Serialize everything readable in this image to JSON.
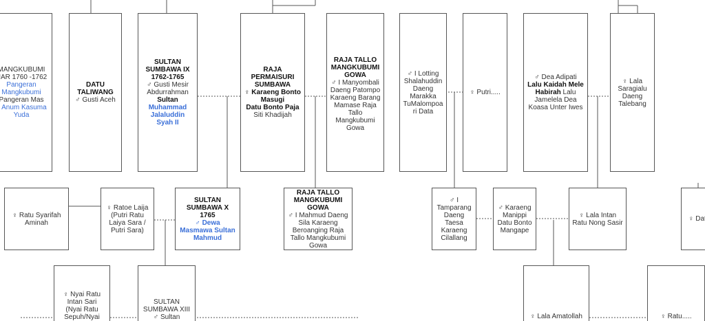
{
  "palette": {
    "line": "#555555",
    "box_border": "#555555",
    "text": "#333333",
    "link_blue": "#3a6fd8",
    "background": "#ffffff"
  },
  "nodes": {
    "mangkubumi": [
      {
        "t": "MANGKUBUMI",
        "s": ""
      },
      {
        "t": "UAR 1760 -1762",
        "s": ""
      },
      {
        "t": "Pangeran",
        "s": "blue"
      },
      {
        "t": "Mangkubumi",
        "s": "blue"
      },
      {
        "t": "Pangeran Mas",
        "s": ""
      },
      {
        "t": "u Anum Kasuma",
        "s": "blue"
      },
      {
        "t": "Yuda",
        "s": "blue"
      }
    ],
    "datu_taliwang": [
      {
        "t": "DATU",
        "s": "b"
      },
      {
        "t": "TALIWANG",
        "s": "b"
      },
      {
        "t": "♂ Gusti Aceh",
        "s": ""
      }
    ],
    "sultan_ix": [
      {
        "t": "SULTAN",
        "s": "b"
      },
      {
        "t": "SUMBAWA IX",
        "s": "b"
      },
      {
        "t": "1762-1765",
        "s": "b"
      },
      {
        "t": "♂ Gusti Mesir",
        "s": ""
      },
      {
        "t": "Abdurrahman",
        "s": ""
      },
      {
        "t": "Sultan",
        "s": "b"
      },
      {
        "t": "Muhammad",
        "s": "blue b"
      },
      {
        "t": "Jalaluddin",
        "s": "blue b"
      },
      {
        "t": "Syah II",
        "s": "blue b"
      }
    ],
    "raja_permaisuri": [
      {
        "t": "RAJA",
        "s": "b"
      },
      {
        "t": "PERMAISURI",
        "s": "b"
      },
      {
        "t": "SUMBAWA",
        "s": "b"
      },
      {
        "t": "♀ Karaeng Bonto",
        "s": "b"
      },
      {
        "t": "Masugi",
        "s": "b"
      },
      {
        "t": "Datu Bonto Paja",
        "s": "b"
      },
      {
        "t": "Siti Khadijah",
        "s": ""
      }
    ],
    "raja_tallo_1": [
      {
        "t": "RAJA TALLO",
        "s": "b"
      },
      {
        "t": "MANGKUBUMI",
        "s": "b"
      },
      {
        "t": "GOWA",
        "s": "b"
      },
      {
        "t": "♂ I Manyombali",
        "s": ""
      },
      {
        "t": "Daeng Patompo",
        "s": ""
      },
      {
        "t": "Karaeng Barang",
        "s": ""
      },
      {
        "t": "Mamase Raja",
        "s": ""
      },
      {
        "t": "Tallo",
        "s": ""
      },
      {
        "t": "Mangkubumi",
        "s": ""
      },
      {
        "t": "Gowa",
        "s": ""
      }
    ],
    "i_lotting": [
      {
        "t": "♂ I Lotting",
        "s": ""
      },
      {
        "t": "Shalahuddin",
        "s": ""
      },
      {
        "t": "Daeng",
        "s": ""
      },
      {
        "t": "Marakka",
        "s": ""
      },
      {
        "t": "TuMalompoa",
        "s": ""
      },
      {
        "t": "ri Data",
        "s": ""
      }
    ],
    "putri": [
      {
        "t": "♀ Putri.....",
        "s": ""
      }
    ],
    "dea_adipati": [
      {
        "t": "♂ Dea Adipati",
        "s": ""
      },
      {
        "t": "Lalu Kaidah Mele",
        "s": "b"
      },
      {
        "t": "Habirah Lalu",
        "s": "mix"
      },
      {
        "t": "Jamelela Dea",
        "s": ""
      },
      {
        "t": "Koasa Unter Iwes",
        "s": ""
      }
    ],
    "lala_saragialu": [
      {
        "t": "♀ Lala",
        "s": ""
      },
      {
        "t": "Saragialu",
        "s": ""
      },
      {
        "t": "Daeng",
        "s": ""
      },
      {
        "t": "Talebang",
        "s": ""
      }
    ],
    "ratu_syarifah": [
      {
        "t": "♀ Ratu Syarifah",
        "s": ""
      },
      {
        "t": "Aminah",
        "s": ""
      }
    ],
    "ratoe_laija": [
      {
        "t": "♀ Ratoe Laija",
        "s": ""
      },
      {
        "t": "(Putri Ratu",
        "s": ""
      },
      {
        "t": "Laiya Sara /",
        "s": ""
      },
      {
        "t": "Putri Sara)",
        "s": ""
      }
    ],
    "sultan_x": [
      {
        "t": "SULTAN",
        "s": "b"
      },
      {
        "t": "SUMBAWA X",
        "s": "b"
      },
      {
        "t": "1765",
        "s": "b"
      },
      {
        "t": "♂ Dewa",
        "s": "blue b"
      },
      {
        "t": "Masmawa Sultan",
        "s": "blue b"
      },
      {
        "t": "Mahmud",
        "s": "blue b"
      }
    ],
    "raja_tallo_2": [
      {
        "t": "RAJA TALLO",
        "s": "b"
      },
      {
        "t": "MANGKUBUMI",
        "s": "b"
      },
      {
        "t": "GOWA",
        "s": "b"
      },
      {
        "t": "♂ I Mahmud Daeng",
        "s": ""
      },
      {
        "t": "Sila Karaeng",
        "s": ""
      },
      {
        "t": "Beroanging Raja",
        "s": ""
      },
      {
        "t": "Tallo Mangkubumi",
        "s": ""
      },
      {
        "t": "Gowa",
        "s": ""
      }
    ],
    "tamparang": [
      {
        "t": "♂ I",
        "s": ""
      },
      {
        "t": "Tamparang",
        "s": ""
      },
      {
        "t": "Daeng Taesa",
        "s": ""
      },
      {
        "t": "Karaeng",
        "s": ""
      },
      {
        "t": "Cilallang",
        "s": ""
      }
    ],
    "karaeng_manippi": [
      {
        "t": "♂ Karaeng",
        "s": ""
      },
      {
        "t": "Manippi",
        "s": ""
      },
      {
        "t": "Datu Bonto",
        "s": ""
      },
      {
        "t": "Mangape",
        "s": ""
      }
    ],
    "lala_intan": [
      {
        "t": "♀ Lala Intan",
        "s": ""
      },
      {
        "t": "Ratu Nong Sasir",
        "s": ""
      }
    ],
    "dat_partial": [
      {
        "t": "♀ Dat",
        "s": ""
      }
    ],
    "nyai_ratu": [
      {
        "t": "♀ Nyai Ratu",
        "s": ""
      },
      {
        "t": "Intan Sari",
        "s": ""
      },
      {
        "t": "(Nyai Ratu",
        "s": ""
      },
      {
        "t": "Sepuh/Nyai",
        "s": ""
      }
    ],
    "sultan_xiii": [
      {
        "t": "SULTAN",
        "s": ""
      },
      {
        "t": "SUMBAWA XIII",
        "s": ""
      },
      {
        "t": "♂ Sultan",
        "s": ""
      }
    ],
    "lala_amatollah": [
      {
        "t": "♀ Lala Amatollah",
        "s": ""
      }
    ],
    "ratu_bottom": [
      {
        "t": "♀ Ratu.....",
        "s": ""
      }
    ]
  }
}
